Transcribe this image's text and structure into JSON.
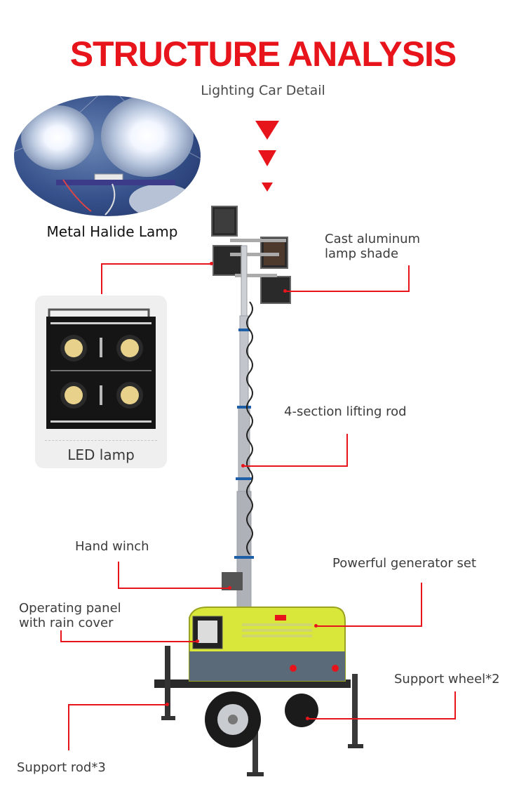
{
  "header": {
    "title": "STRUCTURE ANALYSIS",
    "subtitle": "Lighting Car Detail"
  },
  "halide_lamp": {
    "label": "Metal Halide Lamp"
  },
  "led_lamp": {
    "label": "LED lamp"
  },
  "callouts": {
    "lamp_shade": [
      "Cast aluminum",
      "lamp shade"
    ],
    "lifting_rod": "4-section lifting rod",
    "hand_winch": "Hand winch",
    "generator": "Powerful generator set",
    "panel": [
      "Operating panel",
      "with rain cover"
    ],
    "support_wheel": "Support wheel*2",
    "support_rod": "Support rod*3"
  },
  "colors": {
    "accent": "#e8141b",
    "generator_body": "#d9e63a",
    "mast": "#c9ccd1"
  }
}
